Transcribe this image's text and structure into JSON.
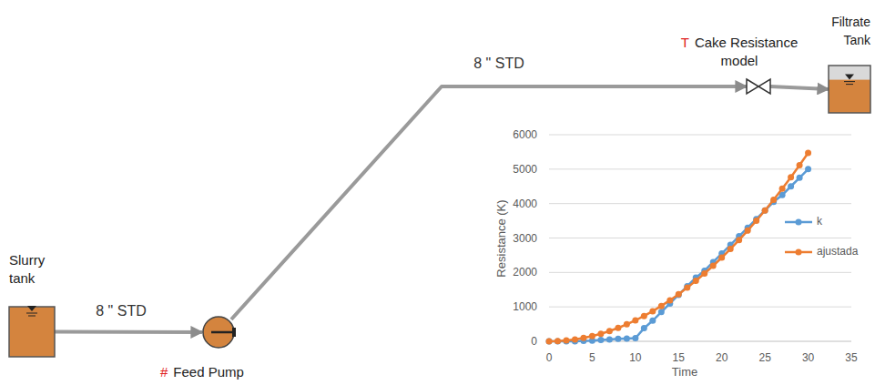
{
  "diagram": {
    "nodes": [
      {
        "text": [
          "Slurry tank"
        ]
      },
      {
        "text": [
          "#",
          "Feed Pump"
        ]
      },
      {
        "text": [
          "T",
          "Cake Resistance model"
        ]
      },
      {
        "text": [
          "Filtrate Tank"
        ]
      }
    ],
    "edges": [
      {
        "from": 0,
        "to": 1,
        "arrow": "to",
        "label": "8 \" STD"
      },
      {
        "from": 1,
        "to": 2,
        "arrow": "to",
        "label": "8 \" STD"
      },
      {
        "from": 2,
        "to": 3,
        "arrow": "to"
      }
    ],
    "labels": [
      "0",
      "1000",
      "2000",
      "3000",
      "4000",
      "5000",
      "6000",
      "0",
      "5",
      "10",
      "15",
      "20",
      "25",
      "30",
      "35",
      "Resistance (K)",
      "Time"
    ],
    "legend": [
      {
        "text": "k",
        "color": "#5b9bd5"
      },
      {
        "text": "ajustada",
        "color": "#ed7d31"
      }
    ]
  }
}
